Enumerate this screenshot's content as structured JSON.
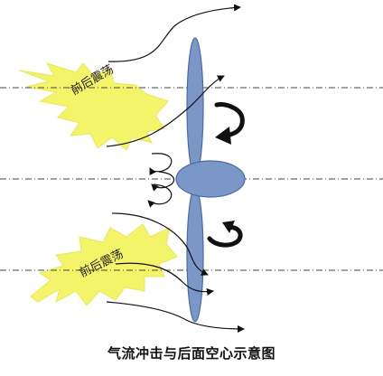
{
  "diagram": {
    "labels": {
      "vibration_top": "前后震荡",
      "vibration_bottom": "前后震荡"
    },
    "caption": "气流冲击与后面空心示意图"
  },
  "colors": {
    "background": "#ffffff",
    "blade_fill": "#7b97c8",
    "blade_stroke": "#4a6aa6",
    "burst": "#f4f46a",
    "arrow": "#111111"
  }
}
